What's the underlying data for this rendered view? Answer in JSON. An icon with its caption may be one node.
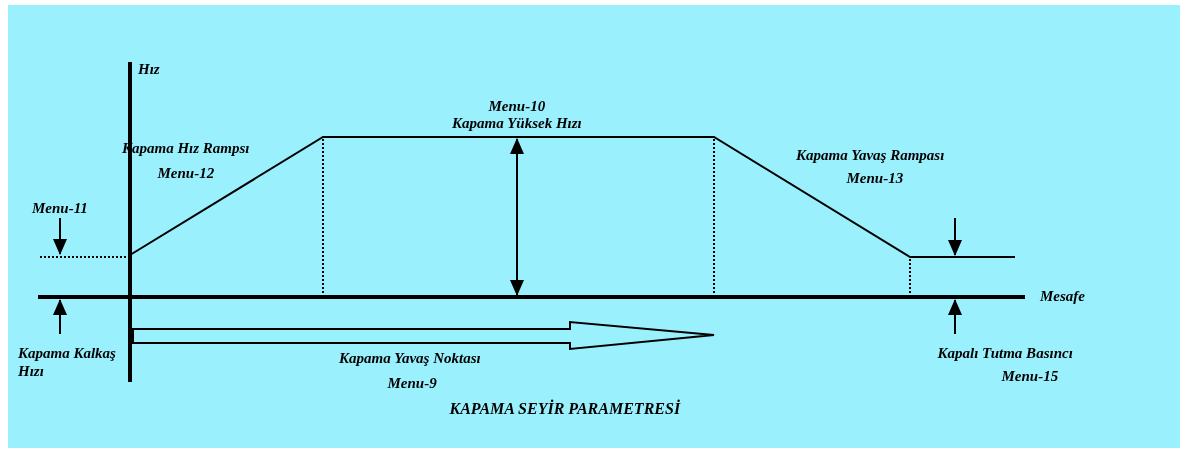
{
  "diagram": {
    "caption": "KAPAMA SEYİR PARAMETRESİ",
    "labels": [
      "Hız",
      "Menu-10",
      "Kapama Yüksek Hızı",
      "Kapama Hız Rampsı",
      "Menu-12",
      "Kapama Yavaş Rampası",
      "Menu-13",
      "Menu-11",
      "Mesafe",
      "Kapama Kalkaş Hızı",
      "Kapama Yavaş Noktası",
      "Menu-9",
      "Kapalı Tutma Basıncı",
      "Menu-15"
    ]
  }
}
